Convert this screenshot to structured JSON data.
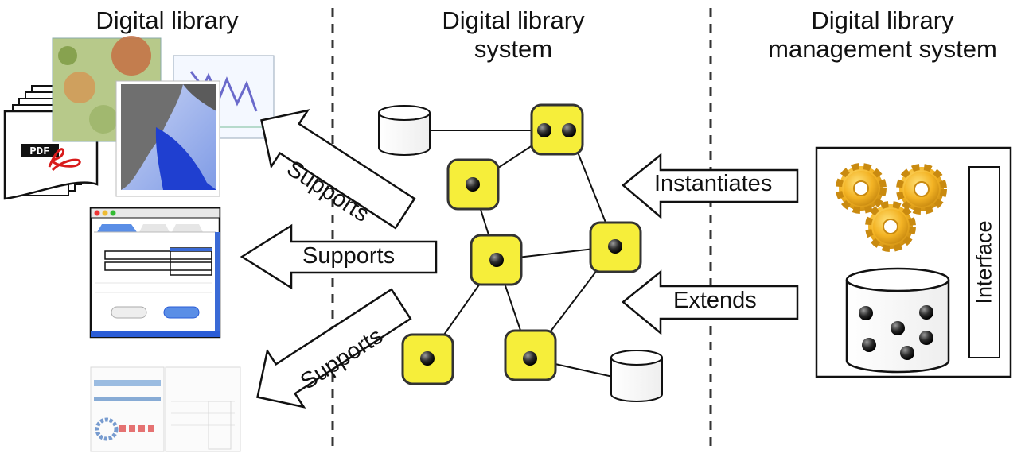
{
  "columns": {
    "left_title": "Digital library",
    "middle_title_line1": "Digital library",
    "middle_title_line2": "system",
    "right_title_line1": "Digital library",
    "right_title_line2": "management system"
  },
  "arrows": {
    "supports_top": "Supports",
    "supports_middle": "Supports",
    "supports_bottom": "Supports",
    "instantiates": "Instantiates",
    "extends": "Extends"
  },
  "management_box": {
    "interface_label": "Interface"
  },
  "documents": {
    "pdf_label": "PDF"
  },
  "colors": {
    "node_fill": "#f6ee3a",
    "node_border": "#333333",
    "accent_blue": "#2a5cd6"
  }
}
